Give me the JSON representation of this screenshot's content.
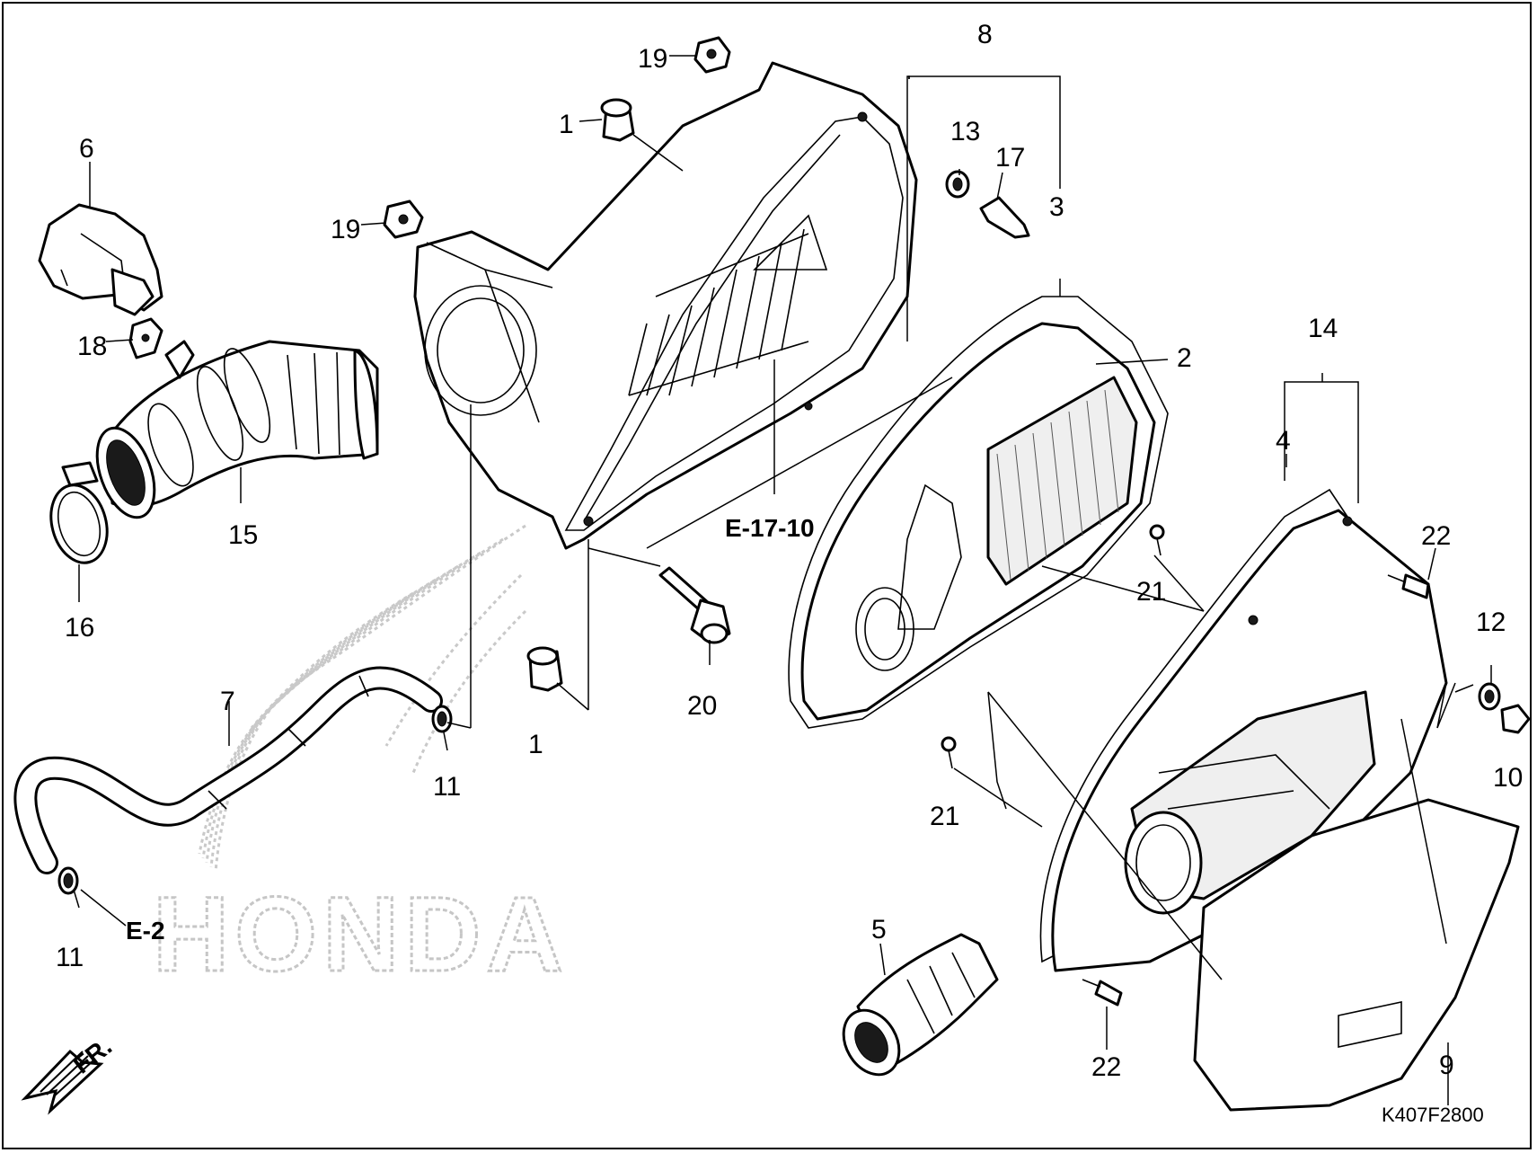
{
  "diagram": {
    "callouts": [
      {
        "id": "c1a",
        "text": "1"
      },
      {
        "id": "c1b",
        "text": "1"
      },
      {
        "id": "c2",
        "text": "2"
      },
      {
        "id": "c3",
        "text": "3"
      },
      {
        "id": "c4",
        "text": "4"
      },
      {
        "id": "c5",
        "text": "5"
      },
      {
        "id": "c6",
        "text": "6"
      },
      {
        "id": "c7",
        "text": "7"
      },
      {
        "id": "c8",
        "text": "8"
      },
      {
        "id": "c9",
        "text": "9"
      },
      {
        "id": "c10",
        "text": "10"
      },
      {
        "id": "c11a",
        "text": "11"
      },
      {
        "id": "c11b",
        "text": "11"
      },
      {
        "id": "c12",
        "text": "12"
      },
      {
        "id": "c13",
        "text": "13"
      },
      {
        "id": "c14",
        "text": "14"
      },
      {
        "id": "c15",
        "text": "15"
      },
      {
        "id": "c16",
        "text": "16"
      },
      {
        "id": "c17",
        "text": "17"
      },
      {
        "id": "c18",
        "text": "18"
      },
      {
        "id": "c19a",
        "text": "19"
      },
      {
        "id": "c19b",
        "text": "19"
      },
      {
        "id": "c20",
        "text": "20"
      },
      {
        "id": "c21a",
        "text": "21"
      },
      {
        "id": "c21b",
        "text": "21"
      },
      {
        "id": "c22a",
        "text": "22"
      },
      {
        "id": "c22b",
        "text": "22"
      }
    ],
    "references": {
      "e17": "E-17-10",
      "e2": "E-2"
    },
    "direction_label": "FR.",
    "watermark": "HONDA",
    "drawing_code": "K407F2800"
  }
}
